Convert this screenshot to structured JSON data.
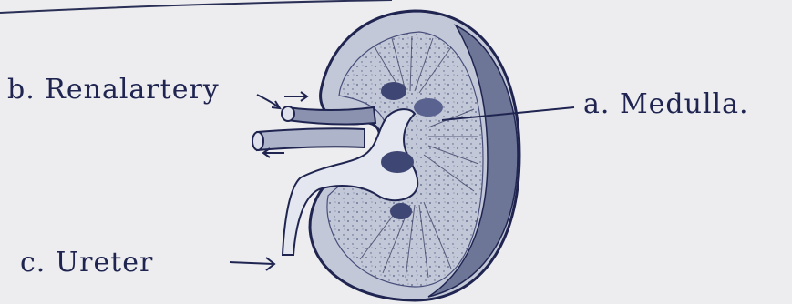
{
  "labels": {
    "renal_artery": "b. Renalartery",
    "medulla": "a. Medulla.",
    "ureter": "c. Ureter"
  },
  "colors": {
    "paper": "#ededf0",
    "ink": "#1f2550",
    "shade": "#6d7697",
    "light_shade": "#aeb4c9"
  }
}
